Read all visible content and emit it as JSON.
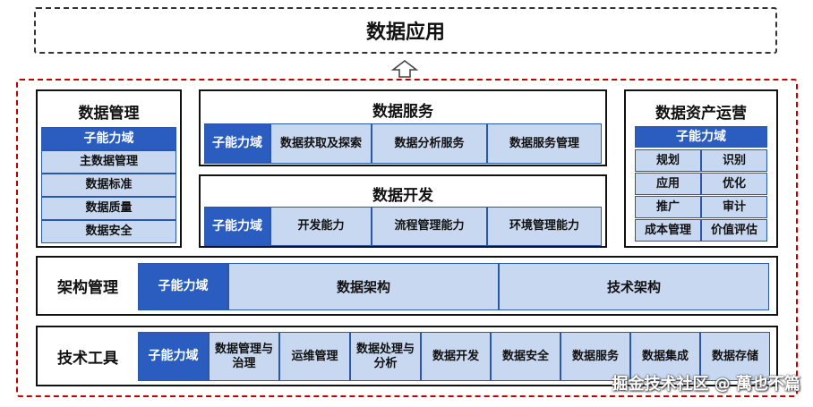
{
  "top": {
    "title": "数据应用"
  },
  "data_management": {
    "title": "数据管理",
    "header": "子能力域",
    "items": [
      "主数据管理",
      "数据标准",
      "数据质量",
      "数据安全"
    ]
  },
  "data_service": {
    "title": "数据服务",
    "header": "子能力域",
    "items": [
      "数据获取及探索",
      "数据分析服务",
      "数据服务管理"
    ]
  },
  "data_development": {
    "title": "数据开发",
    "header": "子能力域",
    "items": [
      "开发能力",
      "流程管理能力",
      "环境管理能力"
    ]
  },
  "asset_operation": {
    "title": "数据资产运营",
    "header": "子能力域",
    "items": [
      "规划",
      "识别",
      "应用",
      "优化",
      "推广",
      "审计",
      "成本管理",
      "价值评估"
    ]
  },
  "architecture": {
    "label": "架构管理",
    "header": "子能力域",
    "items": [
      "数据架构",
      "技术架构"
    ]
  },
  "tech_tools": {
    "label": "技术工具",
    "header": "子能力域",
    "items": [
      "数据管理与治理",
      "运维管理",
      "数据处理与分析",
      "数据开发",
      "数据安全",
      "数据服务",
      "数据集成",
      "数据存储"
    ]
  },
  "watermark": "掘金技术社区 @ 萬也不篇"
}
